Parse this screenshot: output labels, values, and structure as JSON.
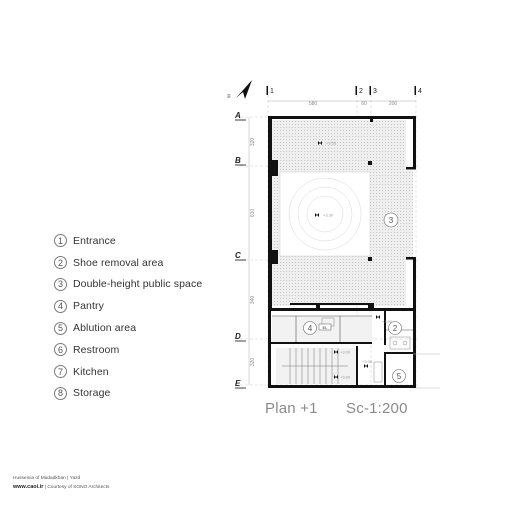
{
  "legend": [
    {
      "num": "1",
      "label": "Entrance"
    },
    {
      "num": "2",
      "label": "Shoe removal area"
    },
    {
      "num": "3",
      "label": "Double-height public space"
    },
    {
      "num": "4",
      "label": "Pantry"
    },
    {
      "num": "5",
      "label": "Ablution area"
    },
    {
      "num": "6",
      "label": "Restroom"
    },
    {
      "num": "7",
      "label": "Kitchen"
    },
    {
      "num": "8",
      "label": "Storage"
    }
  ],
  "plan": {
    "title": "Plan +1",
    "scale": "Sc-1:200",
    "grid_columns": [
      "1",
      "2",
      "3",
      "4"
    ],
    "grid_rows": [
      "A",
      "B",
      "C",
      "D",
      "E"
    ],
    "column_dims": [
      "580",
      "60",
      "200"
    ],
    "row_dims": [
      "320",
      "610",
      "340",
      "320"
    ],
    "room_tags": [
      {
        "num": "3"
      },
      {
        "num": "4"
      },
      {
        "num": "2"
      },
      {
        "num": "5"
      }
    ],
    "level_marks": [
      "+3.55",
      "+3.30",
      "+3.00",
      "+3.00",
      "+3.00",
      "+3.00"
    ],
    "elevator_tag": "EL"
  },
  "credits": {
    "location": "Husseinia of Madadkhan | Yazd",
    "site": "www.caoi.ir",
    "separator": "|",
    "courtesy": "Courtesy of SONO Architects"
  },
  "colors": {
    "wall": "#111111",
    "hatch": "#d6d6d6",
    "text": "#333333",
    "caption": "#8a8a8a"
  },
  "icons": {
    "north": "north-arrow-icon"
  }
}
